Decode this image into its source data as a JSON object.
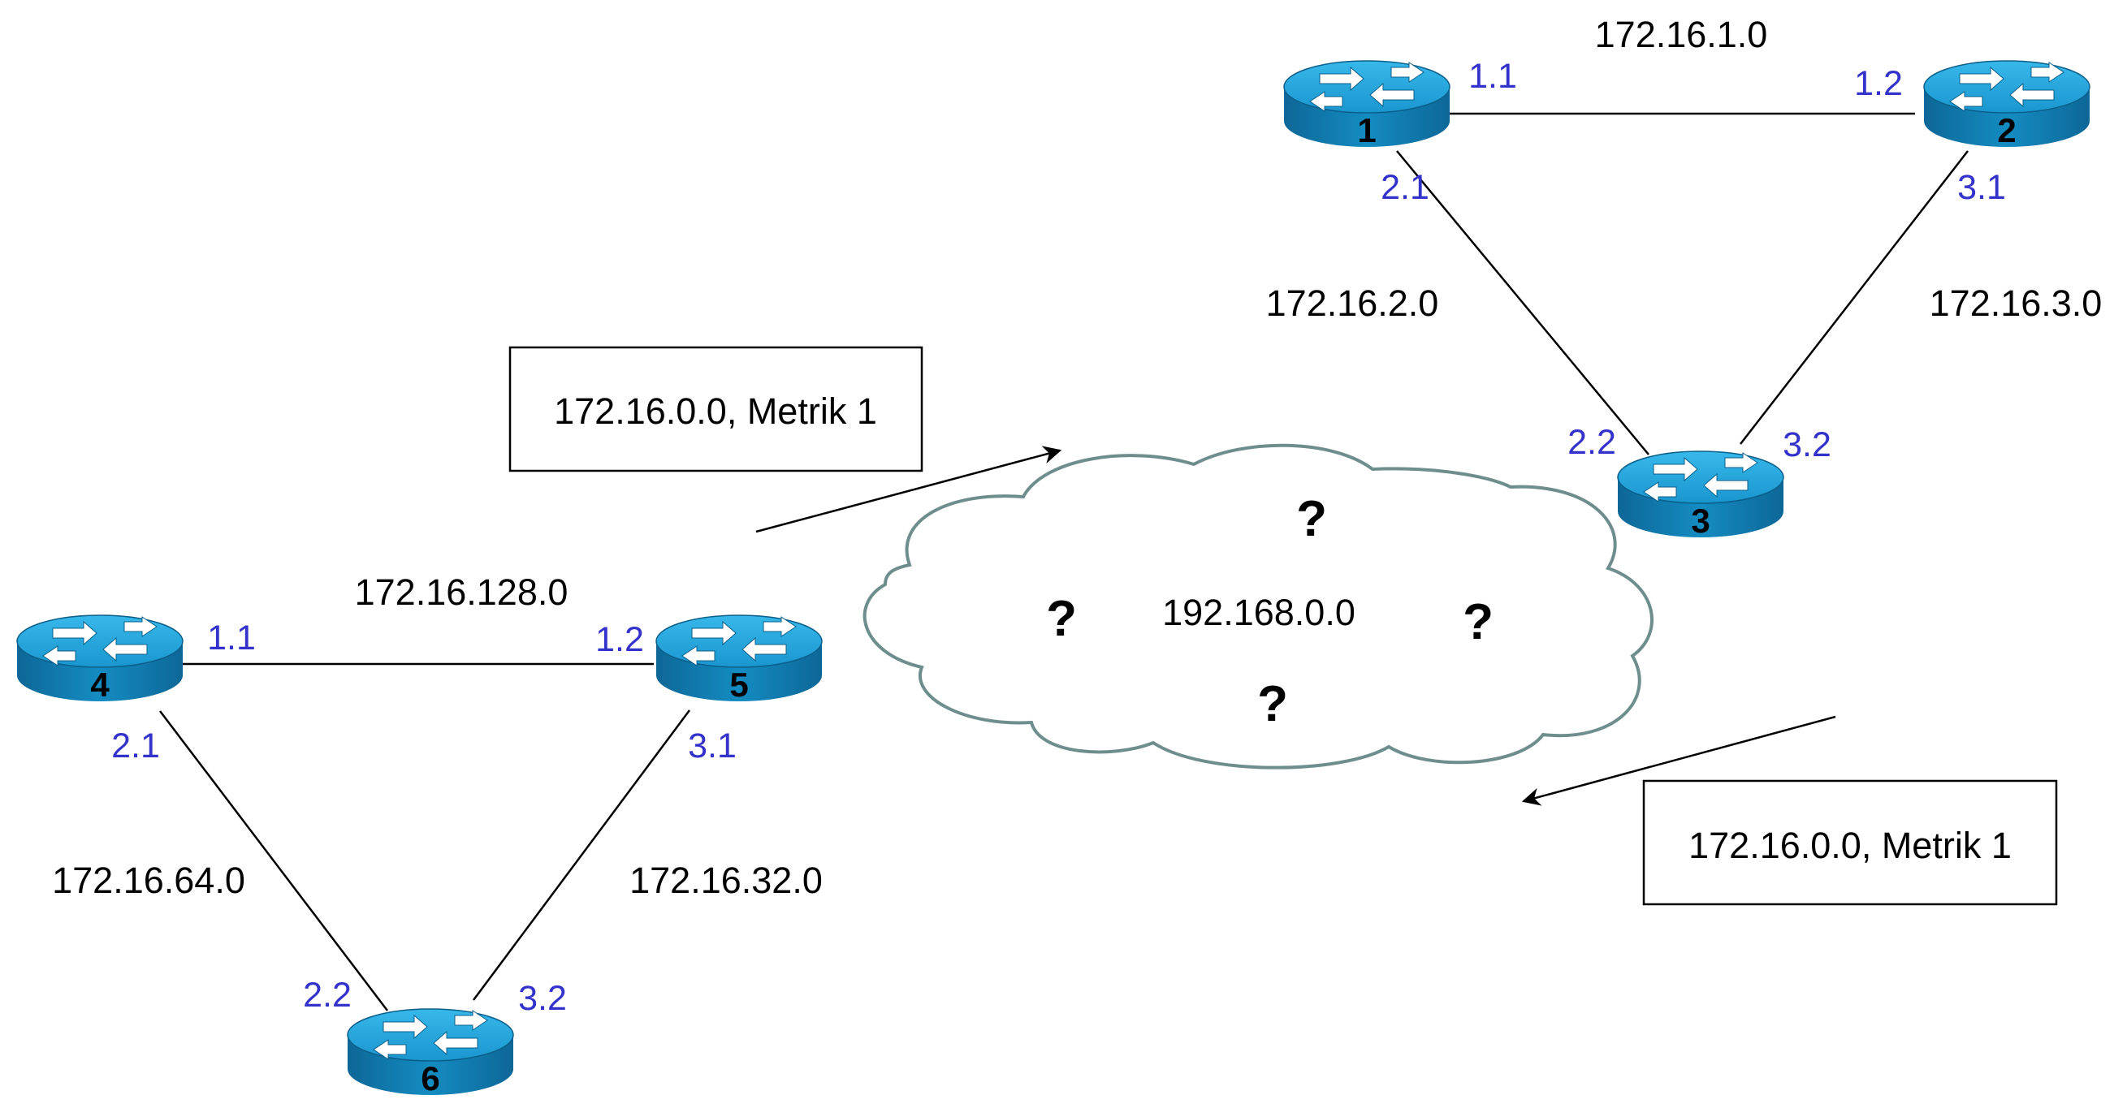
{
  "routers": [
    {
      "id": "1"
    },
    {
      "id": "2"
    },
    {
      "id": "3"
    },
    {
      "id": "4"
    },
    {
      "id": "5"
    },
    {
      "id": "6"
    }
  ],
  "networks": {
    "n_1_2": "172.16.1.0",
    "n_1_3": "172.16.2.0",
    "n_2_3": "172.16.3.0",
    "n_4_5": "172.16.128.0",
    "n_4_6": "172.16.64.0",
    "n_5_6": "172.16.32.0"
  },
  "interfaces": {
    "r1_to_r2": "1.1",
    "r2_to_r1": "1.2",
    "r1_to_r3": "2.1",
    "r3_to_r1": "2.2",
    "r2_to_r3": "3.1",
    "r3_to_r2": "3.2",
    "r4_to_r5": "1.1",
    "r5_to_r4": "1.2",
    "r4_to_r6": "2.1",
    "r6_to_r4": "2.2",
    "r5_to_r6": "3.1",
    "r6_to_r5": "3.2"
  },
  "cloud": {
    "label": "192.168.0.0",
    "unknown_marks": [
      "?",
      "?",
      "?",
      "?"
    ]
  },
  "updates": {
    "left_to_cloud": "172.16.0.0, Metrik 1",
    "right_to_cloud": "172.16.0.0, Metrik 1"
  },
  "colors": {
    "router_top": "#1e9fd6",
    "router_side": "#0f6f9f",
    "interface_text": "#3333cc",
    "cloud_outline": "#6e8e8e"
  }
}
